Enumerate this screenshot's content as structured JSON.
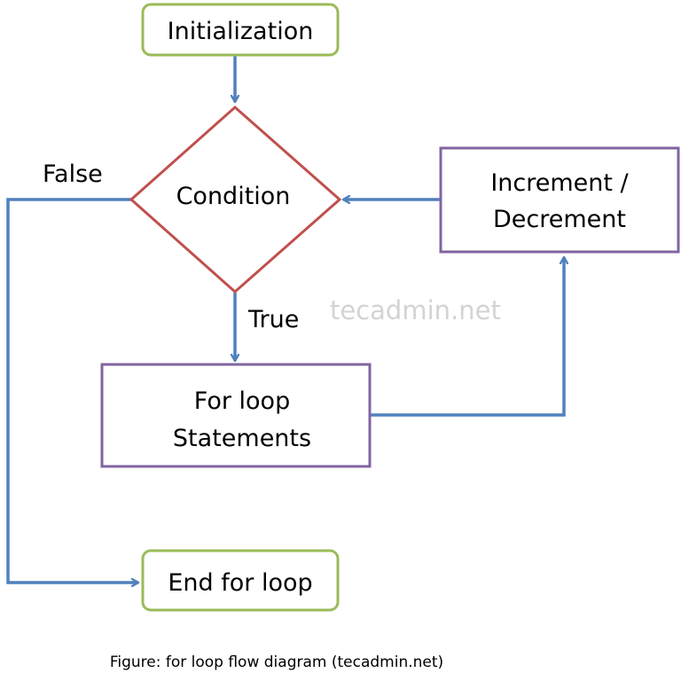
{
  "nodes": {
    "initialization": {
      "label": "Initialization"
    },
    "condition": {
      "label": "Condition"
    },
    "increment": {
      "line1": "Increment /",
      "line2": "Decrement"
    },
    "statements": {
      "line1": "For loop",
      "line2": "Statements"
    },
    "end": {
      "label": "End for loop"
    }
  },
  "edges": {
    "false_label": "False",
    "true_label": "True"
  },
  "watermark": "tecadmin.net",
  "caption": "Figure: for loop flow diagram (tecadmin.net)",
  "colors": {
    "terminal_border": "#9bbb59",
    "decision_border": "#c0504d",
    "process_border": "#8064a2",
    "arrow": "#4f81bd",
    "watermark": "#d3d3d3"
  }
}
